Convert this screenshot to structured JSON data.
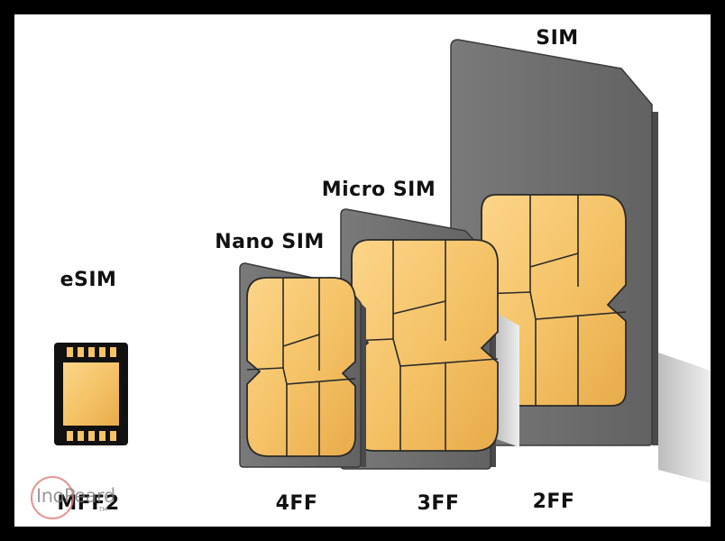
{
  "cards": [
    {
      "name": "SIM",
      "format": "2FF"
    },
    {
      "name": "Micro SIM",
      "format": "3FF"
    },
    {
      "name": "Nano SIM",
      "format": "4FF"
    },
    {
      "name": "eSIM",
      "format": "MFF2"
    }
  ],
  "watermark": {
    "text": "InoPeard",
    "mark": "TM"
  },
  "colors": {
    "card_body": "#6e6e6e",
    "card_shadow": "#c8c8c8",
    "chip_gold": "#f5c368",
    "chip_outline": "#2a2a2a",
    "esim_body": "#111111"
  }
}
